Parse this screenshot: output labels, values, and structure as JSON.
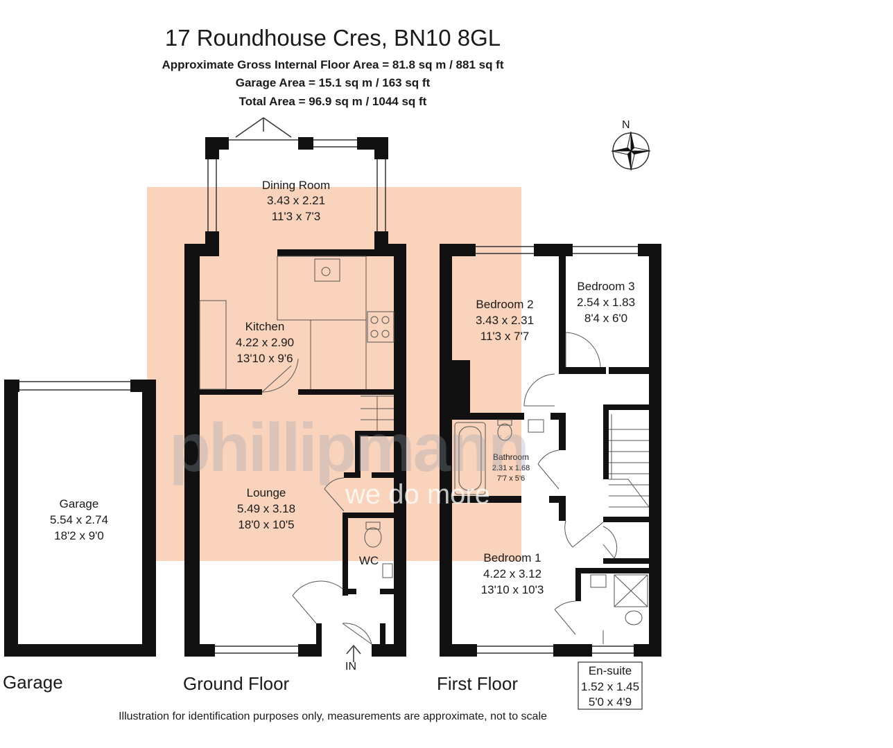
{
  "header": {
    "title": "17 Roundhouse Cres, BN10 8GL",
    "area_internal": "Approximate Gross Internal Floor Area = 81.8 sq m / 881 sq ft",
    "area_garage": "Garage Area = 15.1 sq m / 163 sq ft",
    "area_total": "Total Area = 96.9 sq m / 1044 sq ft"
  },
  "colors": {
    "wall": "#111111",
    "highlight": "#f9d3bb",
    "watermark": "#9aa3b0"
  },
  "watermark": {
    "brand": "phillipmann",
    "tagline": "we do more"
  },
  "compass": {
    "label": "N"
  },
  "rooms": {
    "dining": {
      "name": "Dining Room",
      "metric": "3.43 x 2.21",
      "imperial": "11'3 x 7'3"
    },
    "kitchen": {
      "name": "Kitchen",
      "metric": "4.22 x 2.90",
      "imperial": "13'10 x 9'6"
    },
    "lounge": {
      "name": "Lounge",
      "metric": "5.49 x 3.18",
      "imperial": "18'0 x 10'5"
    },
    "wc": {
      "name": "WC"
    },
    "garage": {
      "name": "Garage",
      "metric": "5.54 x 2.74",
      "imperial": "18'2 x 9'0"
    },
    "bedroom2": {
      "name": "Bedroom 2",
      "metric": "3.43 x 2.31",
      "imperial": "11'3 x 7'7"
    },
    "bedroom3": {
      "name": "Bedroom 3",
      "metric": "2.54 x 1.83",
      "imperial": "8'4 x 6'0"
    },
    "bathroom": {
      "name": "Bathroom",
      "metric": "2.31 x 1.68",
      "imperial": "7'7 x 5'6"
    },
    "bedroom1": {
      "name": "Bedroom 1",
      "metric": "4.22 x 3.12",
      "imperial": "13'10 x 10'3"
    },
    "ensuite": {
      "name": "En-suite",
      "metric": "1.52 x 1.45",
      "imperial": "5'0 x 4'9"
    }
  },
  "entrance": {
    "label": "IN"
  },
  "floors": {
    "garage": "Garage",
    "ground": "Ground Floor",
    "first": "First Floor"
  },
  "disclaimer": "Illustration for identification purposes only, measurements are approximate, not to scale"
}
